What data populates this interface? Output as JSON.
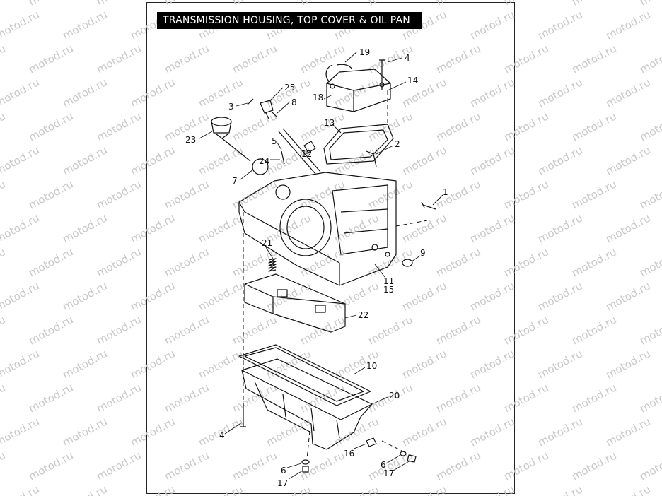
{
  "title": "TRANSMISSION HOUSING, TOP COVER & OIL PAN",
  "watermark": "motod.ru",
  "colors": {
    "ink": "#111111",
    "frame": "#222222",
    "watermark": "#c8c8c8",
    "title_bg": "#000000"
  },
  "callouts": [
    {
      "id": "c19",
      "text": "19"
    },
    {
      "id": "c4a",
      "text": "4"
    },
    {
      "id": "c14",
      "text": "14"
    },
    {
      "id": "c18",
      "text": "18"
    },
    {
      "id": "c25",
      "text": "25"
    },
    {
      "id": "c3",
      "text": "3"
    },
    {
      "id": "c8",
      "text": "8"
    },
    {
      "id": "c13",
      "text": "13"
    },
    {
      "id": "c23",
      "text": "23"
    },
    {
      "id": "c5",
      "text": "5"
    },
    {
      "id": "c2",
      "text": "2"
    },
    {
      "id": "c12",
      "text": "12"
    },
    {
      "id": "c24",
      "text": "24"
    },
    {
      "id": "c7",
      "text": "7"
    },
    {
      "id": "c1",
      "text": "1"
    },
    {
      "id": "c21",
      "text": "21"
    },
    {
      "id": "c9",
      "text": "9"
    },
    {
      "id": "c11",
      "text": "11"
    },
    {
      "id": "c15",
      "text": "15"
    },
    {
      "id": "c22",
      "text": "22"
    },
    {
      "id": "c10",
      "text": "10"
    },
    {
      "id": "c20",
      "text": "20"
    },
    {
      "id": "c4b",
      "text": "4"
    },
    {
      "id": "c16",
      "text": "16"
    },
    {
      "id": "c6a",
      "text": "6"
    },
    {
      "id": "c17a",
      "text": "17"
    },
    {
      "id": "c6b",
      "text": "6"
    },
    {
      "id": "c17b",
      "text": "17"
    }
  ]
}
